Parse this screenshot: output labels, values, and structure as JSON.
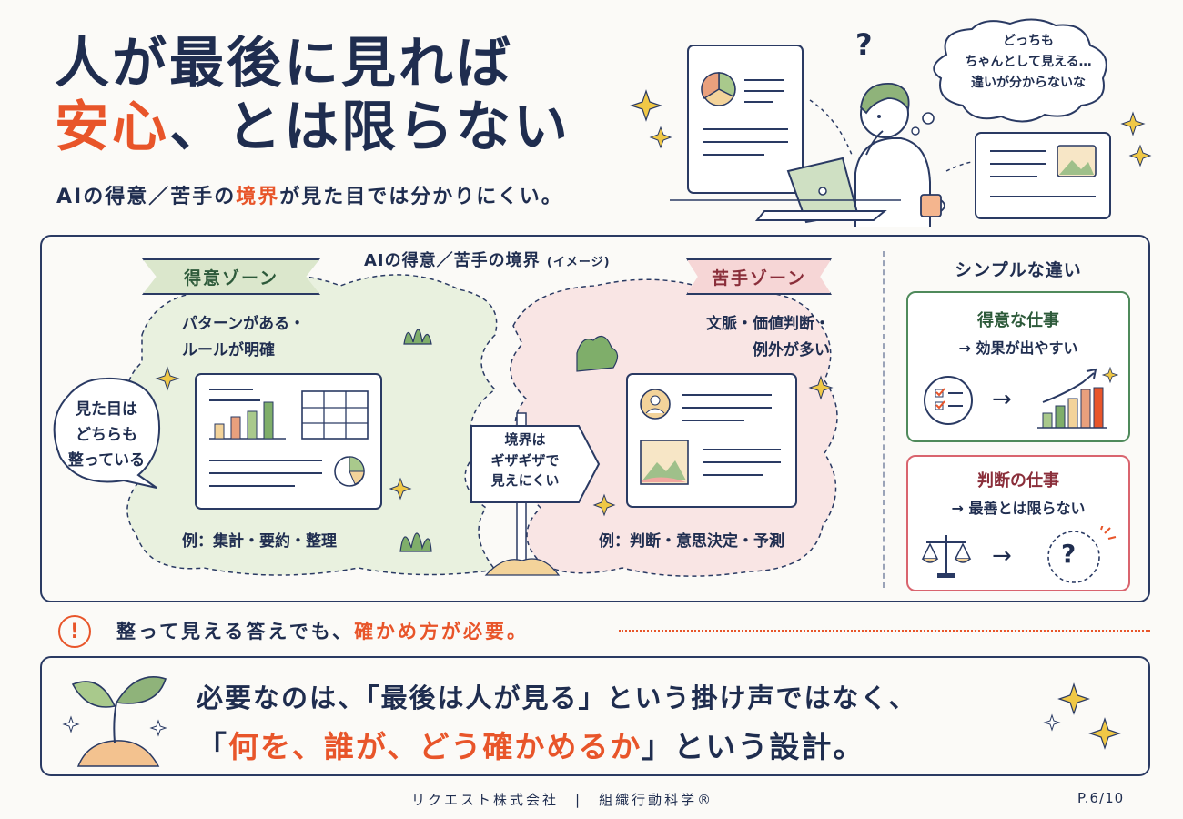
{
  "header": {
    "title_line1": "人が最後に見れば",
    "title_line2_accent": "安心",
    "title_line2_rest": "、とは限らない",
    "subtitle_pre": "AIの得意／苦手の",
    "subtitle_accent": "境界",
    "subtitle_post": "が見た目では分かりにくい。"
  },
  "illustration": {
    "question_mark": "?",
    "thought_line1": "どっちも",
    "thought_line2": "ちゃんとして見える…",
    "thought_line3": "違いが分からないな"
  },
  "diagram": {
    "caption_main": "AIの得意／苦手の境界",
    "caption_note": "(イメージ)",
    "good_zone_label": "得意ゾーン",
    "good_zone_desc1": "パターンがある・",
    "good_zone_desc2": "ルールが明確",
    "good_zone_example": "例：集計・要約・整理",
    "bad_zone_label": "苦手ゾーン",
    "bad_zone_desc1": "文脈・価値判断・",
    "bad_zone_desc2": "例外が多い",
    "bad_zone_example": "例：判断・意思決定・予測",
    "speech_line1": "見た目は",
    "speech_line2": "どちらも",
    "speech_line3": "整っている",
    "sign_line1": "境界は",
    "sign_line2": "ギザギザで",
    "sign_line3": "見えにくい"
  },
  "simple_diff": {
    "heading": "シンプルな違い",
    "good_title": "得意な仕事",
    "good_sub": "→ 効果が出やすい",
    "bad_title": "判断の仕事",
    "bad_sub": "→ 最善とは限らない",
    "arrow": "→",
    "question": "?"
  },
  "warning": {
    "icon": "!",
    "text_pre": "整って見える答えでも、",
    "text_accent": "確かめ方が必要。"
  },
  "conclusion": {
    "line1": "必要なのは、「最後は人が見る」という掛け声ではなく、",
    "line2_open": "「",
    "line2_accent": "何を、誰が、どう確かめるか",
    "line2_rest": "」という設計。"
  },
  "footer": {
    "company": "リクエスト株式会社",
    "separator": "|",
    "brand": "組織行動科学®",
    "page": "P.6/10"
  },
  "colors": {
    "navy": "#1f2d4f",
    "accent": "#e8552a",
    "green": "#4f8a5b",
    "green_light": "#e6efdc",
    "pink": "#d9646e",
    "pink_light": "#f8e3e3"
  }
}
